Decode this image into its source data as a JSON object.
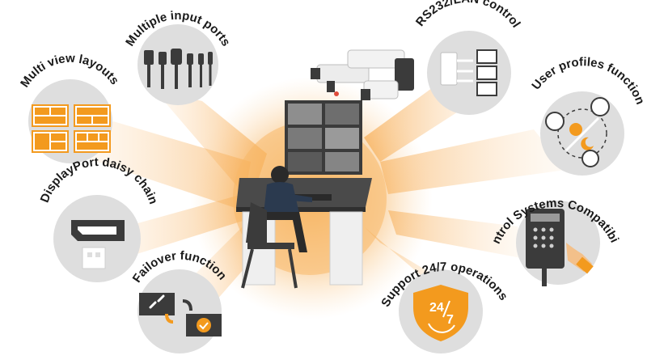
{
  "features": {
    "multiple_input_ports": "Multiple input ports",
    "multi_view_layouts": "Multi view layouts",
    "displayport_daisy_chain": "DisplayPort daisy chain",
    "failover_function": "Failover function",
    "rs232_lan_control": "RS232/LAN control",
    "user_profiles_function": "User profiles function",
    "control_systems_compatibility": "Control Systems Compatibility",
    "support_24_7_operations": "Support 24/7 operations"
  },
  "badge_text": {
    "top": "24",
    "bottom": "7"
  },
  "colors": {
    "accent_orange": "#f39a1e",
    "circle_grey": "#dedede",
    "dark": "#3b3b3b",
    "glow": "#f7b25c"
  },
  "icons": {
    "ports": "cable-connectors-icon",
    "layouts": "layout-grid-icon",
    "displayport": "displayport-connector-icon",
    "failover": "broken-link-check-icon",
    "network": "network-switch-monitors-icon",
    "profiles": "user-profiles-day-night-icon",
    "control": "keypad-panel-icon",
    "support": "shield-24-7-icon"
  }
}
